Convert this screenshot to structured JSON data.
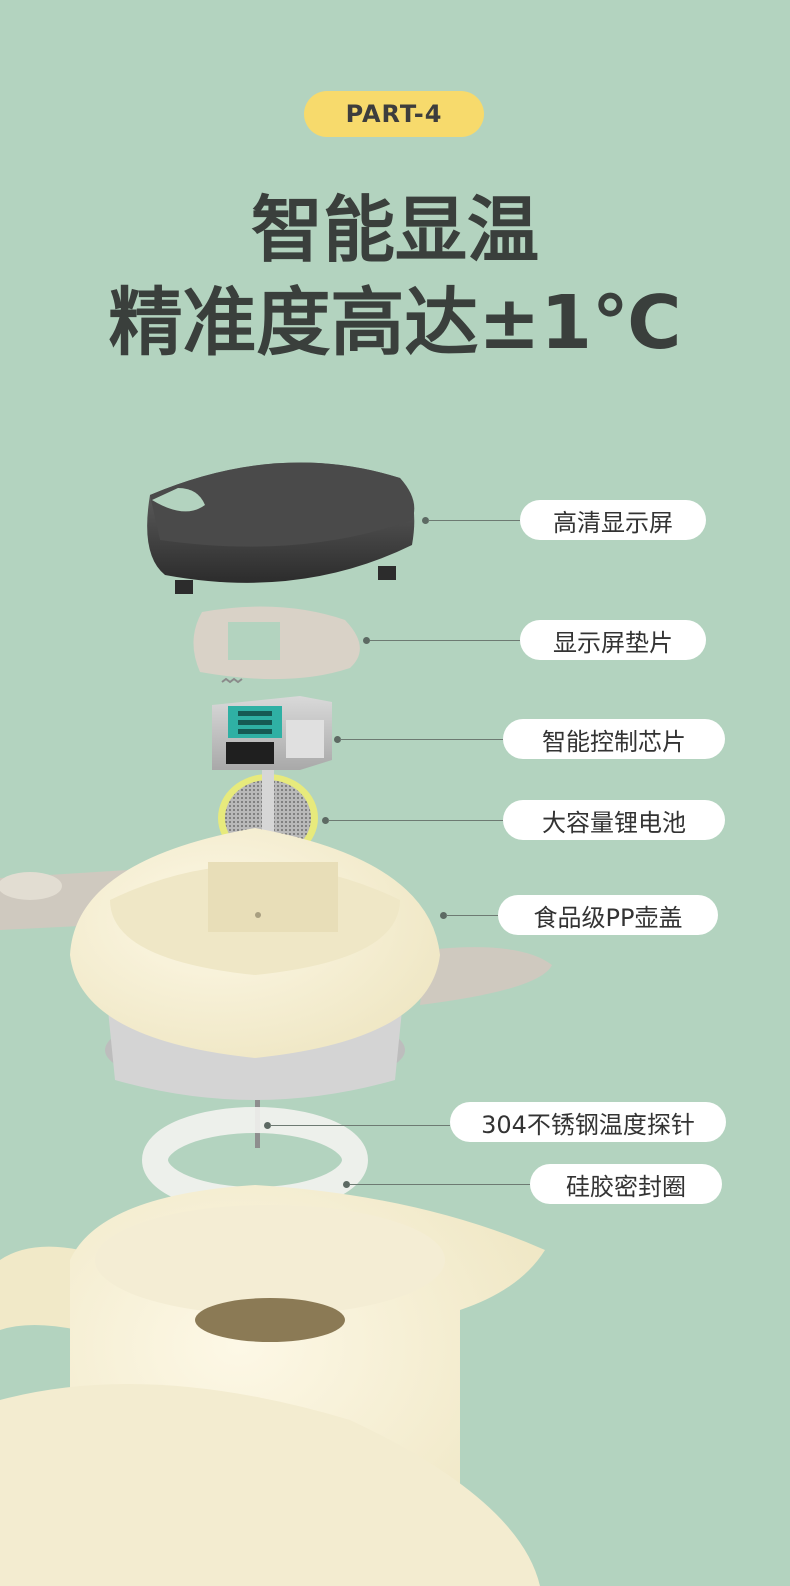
{
  "badge": {
    "text": "PART-4",
    "color": "#f7da6c"
  },
  "headline": {
    "line1": "智能显温",
    "line2": "精准度高达±1℃"
  },
  "background_color": "#b3d3bf",
  "callouts": [
    "高清显示屏",
    "显示屏垫片",
    "智能控制芯片",
    "大容量锂电池",
    "食品级PP壶盖",
    "304不锈钢温度探针",
    "硅胶密封圈"
  ]
}
